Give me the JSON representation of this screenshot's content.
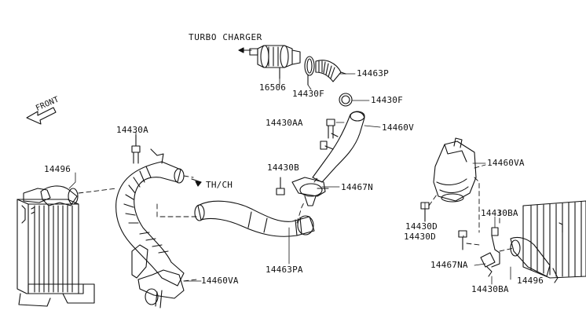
{
  "labels": {
    "turbo_charger": "TURBO CHARGER",
    "front": "FRONT",
    "th_ch": "TH/CH",
    "p16506": "16506",
    "p14430F_1": "14430F",
    "p14463P": "14463P",
    "p14430F_2": "14430F",
    "p14430AA": "14430AA",
    "p14460V": "14460V",
    "p14430A": "14430A",
    "p14496_left": "14496",
    "p14430B": "14430B",
    "p14467N": "14467N",
    "p14463PA": "14463PA",
    "p14460VA_left": "14460VA",
    "p14460VA_right": "14460VA",
    "p14430D_1": "14430D",
    "p14430BA_1": "14430BA",
    "p14430D_2": "14430D",
    "p14467NA": "14467NA",
    "p14496_right": "14496",
    "p14430BA_2": "14430BA"
  },
  "colors": {
    "line": "#111111",
    "background": "#ffffff"
  }
}
